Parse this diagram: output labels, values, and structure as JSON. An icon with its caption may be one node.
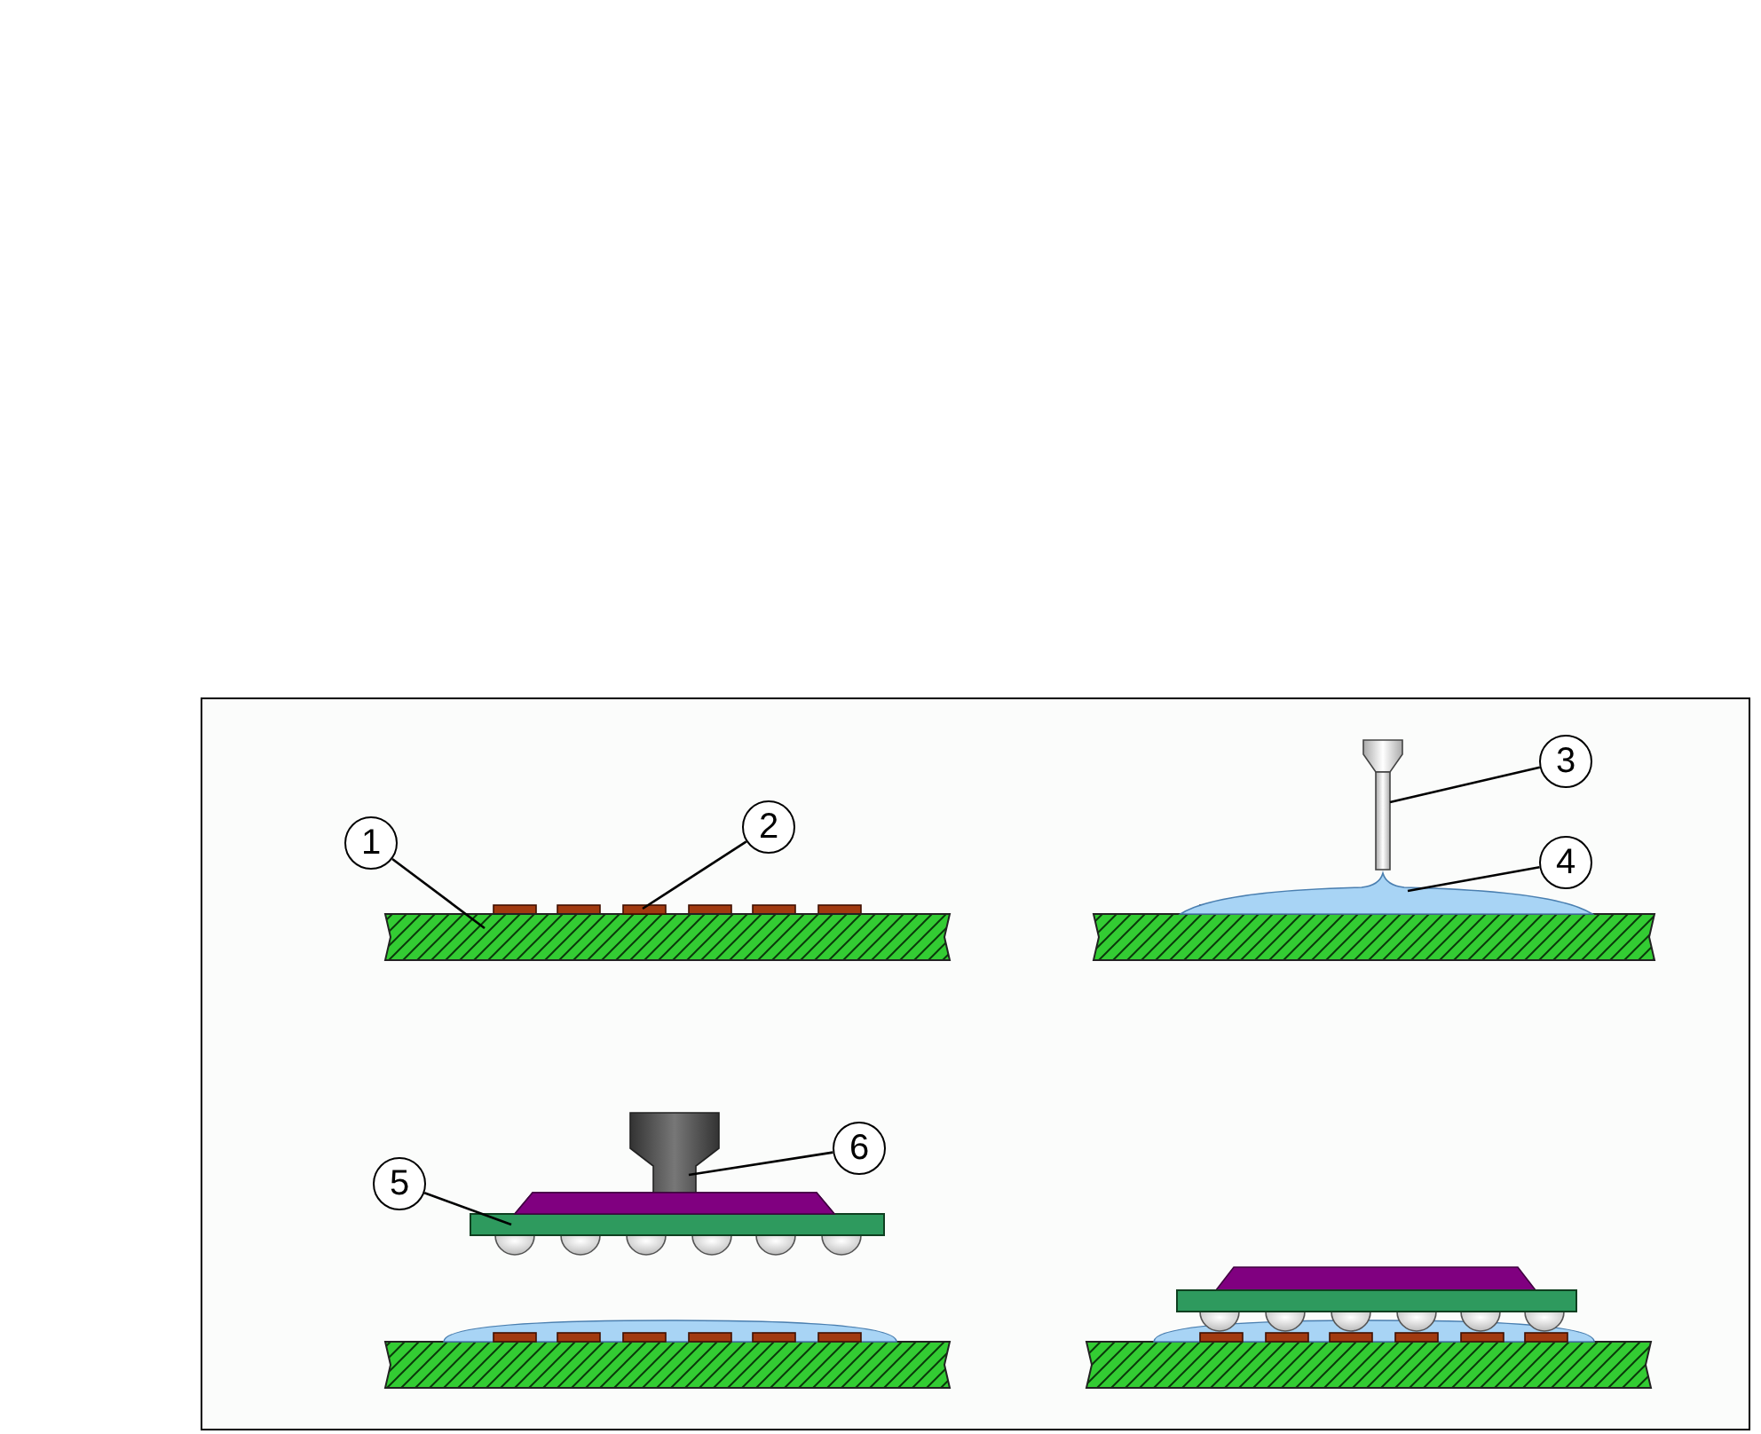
{
  "diagram": {
    "nodes": [
      {
        "text": [
          "1"
        ]
      },
      {
        "text": [],
        "shape": "bar"
      },
      {
        "text": [
          "2"
        ]
      },
      {
        "text": [],
        "shape": "bar"
      },
      {
        "text": [
          "3"
        ]
      },
      {
        "text": [],
        "shape": "needle"
      },
      {
        "text": [
          "4"
        ]
      },
      {
        "text": [],
        "shape": "drop"
      },
      {
        "text": [
          "5"
        ]
      },
      {
        "text": [],
        "shape": "bar"
      },
      {
        "text": [
          "6"
        ]
      },
      {
        "text": [],
        "shape": "nozzle"
      }
    ],
    "edges": [
      {
        "from": 0,
        "to": 1,
        "arrow": "none"
      },
      {
        "from": 2,
        "to": 3,
        "arrow": "none"
      },
      {
        "from": 4,
        "to": 5,
        "arrow": "none"
      },
      {
        "from": 6,
        "to": 7,
        "arrow": "none"
      },
      {
        "from": 8,
        "to": 9,
        "arrow": "none"
      },
      {
        "from": 10,
        "to": 11,
        "arrow": "none"
      }
    ]
  }
}
